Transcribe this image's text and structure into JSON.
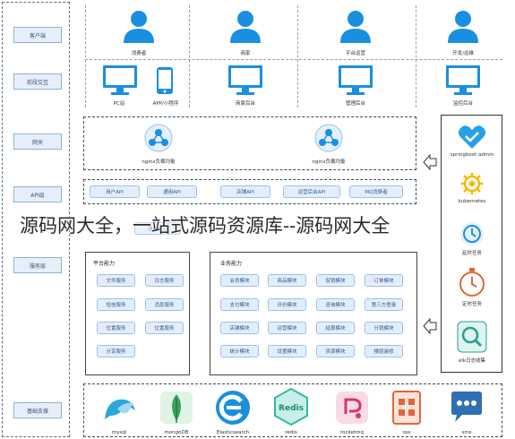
{
  "layers": [
    "客户端",
    "前段交互",
    "网关",
    "API层",
    "服务层",
    "基础支撑"
  ],
  "clients": [
    "消费者",
    "商家",
    "平台运营",
    "开发/运维"
  ],
  "frontends": [
    "PC站",
    "APP/小程序",
    "商家后台",
    "管理后台",
    "监控后台"
  ],
  "gateway": [
    "nginx负载均衡",
    "nginx负载均衡"
  ],
  "api": [
    "用户API",
    "通用API",
    "店铺API",
    "运营后台API",
    "MQ消费者"
  ],
  "registry_label": "注册中心",
  "platform": {
    "title": "平台能力",
    "modules": [
      "文件服务",
      "日志服务",
      "短信服务",
      "消息服务",
      "位置服务",
      "位置服务",
      "分享服务"
    ]
  },
  "business": {
    "title": "业务能力",
    "modules": [
      "会员模块",
      "商品模块",
      "促销模块",
      "订单模块",
      "支付模块",
      "评价模块",
      "咨询模块",
      "第三方登录",
      "店铺模块",
      "运营模块",
      "结算模块",
      "分销模块",
      "统计模块",
      "设置模块",
      "资源模块",
      "楼层装修"
    ]
  },
  "ops": [
    "springboot admin",
    "kubernetes",
    "延时任务",
    "定时任务",
    "elk日志收集"
  ],
  "infra": [
    "mysql",
    "mongoDB",
    "Elasticsearch",
    "redis",
    "rocketmq",
    "oss",
    "sms"
  ],
  "watermark": "源码网大全，一站式源码资源库--源码网大全",
  "colors": {
    "accent": "#1a8fe0",
    "dark": "#2b3a4a"
  }
}
